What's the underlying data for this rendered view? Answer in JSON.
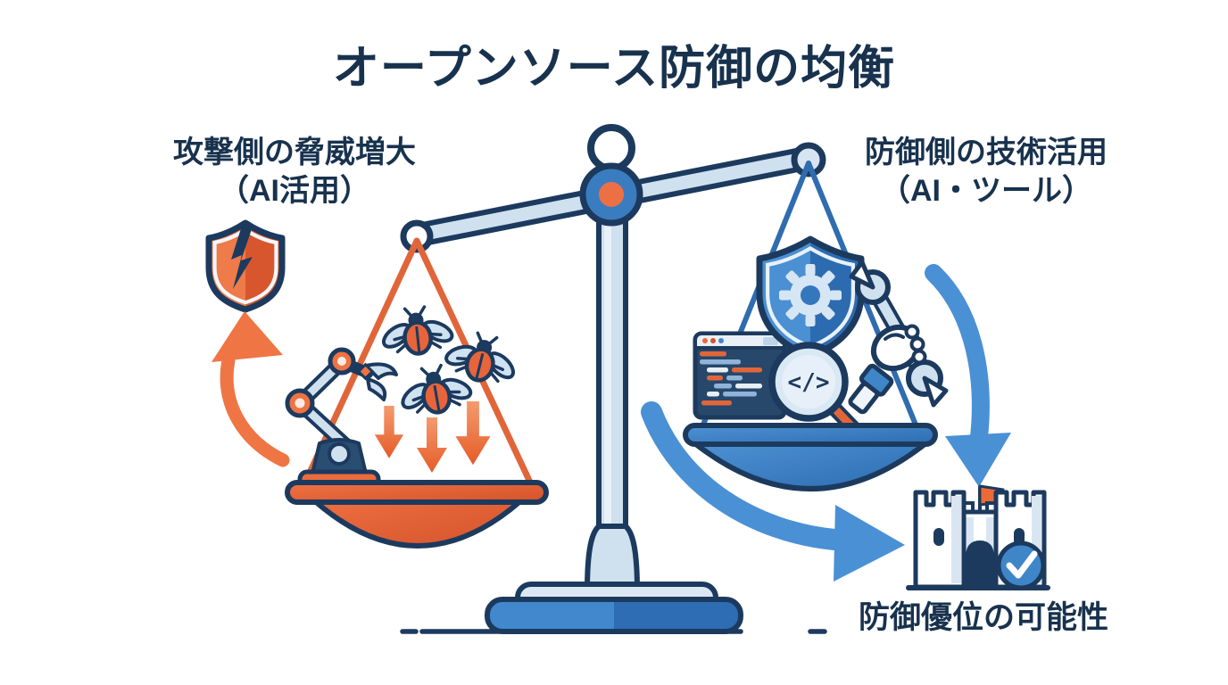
{
  "title": "オープンソース防御の均衡",
  "left_label": {
    "line1": "攻撃側の脅威増大",
    "line2": "（AI活用）"
  },
  "right_label": {
    "line1": "防御側の技術活用",
    "line2": "（AI・ツール）"
  },
  "outcome_label": "防御優位の可能性",
  "icons": {
    "magnifier_glyph": "</>",
    "left_pan": [
      "broken-shield",
      "robot-arm",
      "bugs",
      "down-arrows"
    ],
    "right_pan": [
      "shield-gear",
      "code-window",
      "magnifier-code",
      "wrench-hand"
    ],
    "outcome": "castle-with-check"
  },
  "colors": {
    "outline_navy": "#1c3a5e",
    "text_navy": "#18324e",
    "orange": "#ec6b3c",
    "orange_dark": "#d5532c",
    "blue": "#3f86c8",
    "blue_dark": "#2d6bb0",
    "arrow_blue": "#4a90d5",
    "light_blue": "#cfe0ef",
    "code_window_bg": "#27476b",
    "white": "#ffffff"
  }
}
